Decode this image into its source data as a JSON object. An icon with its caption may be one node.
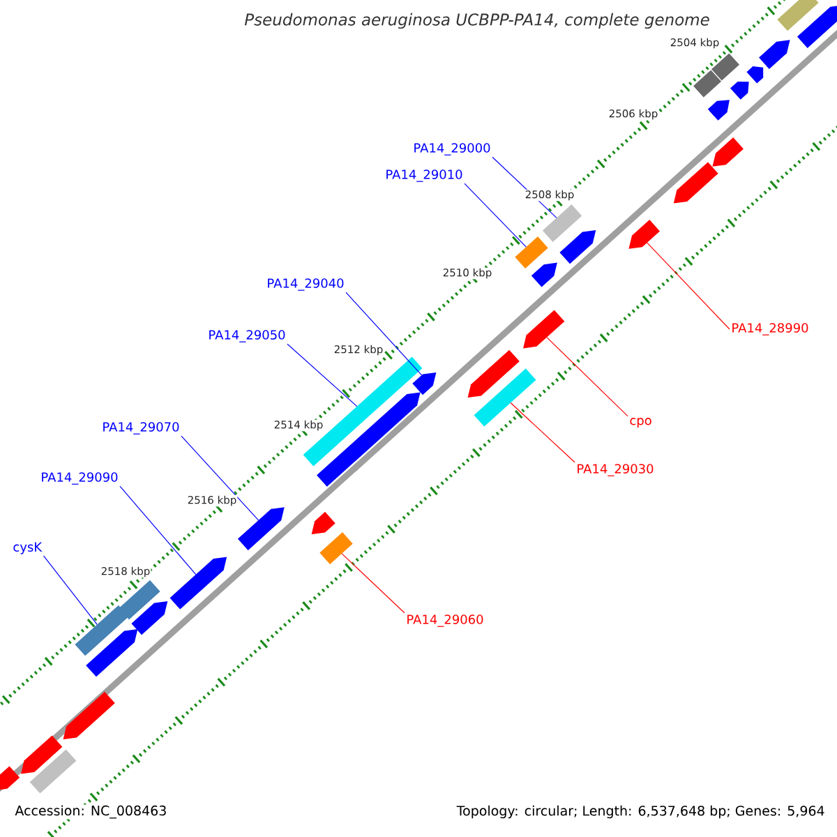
{
  "diagram": {
    "title": "Pseudomonas aeruginosa UCBPP-PA14, complete genome",
    "nodes": [
      {
        "text": [
          "PA14_29000"
        ]
      },
      {
        "text": [
          "PA14_29010"
        ]
      },
      {
        "text": [
          "PA14_29040"
        ]
      },
      {
        "text": [
          "PA14_29050"
        ]
      },
      {
        "text": [
          "PA14_29070"
        ]
      },
      {
        "text": [
          "PA14_29090"
        ]
      },
      {
        "text": [
          "cysK"
        ]
      },
      {
        "text": [
          "PA14_28990"
        ]
      },
      {
        "text": [
          "cpo"
        ]
      },
      {
        "text": [
          "PA14_29030"
        ]
      },
      {
        "text": [
          "PA14_29060"
        ]
      },
      {
        "text": [],
        "shape": "box"
      },
      {
        "text": [],
        "shape": "box"
      },
      {
        "text": [],
        "shape": "arrow"
      },
      {
        "text": [],
        "shape": "box"
      },
      {
        "text": [],
        "shape": "arrow"
      },
      {
        "text": [],
        "shape": "arrow"
      },
      {
        "text": [],
        "shape": "box"
      },
      {
        "text": [],
        "shape": "arrow"
      },
      {
        "text": [],
        "shape": "arrow"
      },
      {
        "text": [],
        "shape": "box"
      },
      {
        "text": [],
        "shape": "box"
      },
      {
        "text": [],
        "shape": "arrow"
      },
      {
        "text": [],
        "shape": "arrow"
      },
      {
        "text": [],
        "shape": "box"
      },
      {
        "text": [],
        "shape": "arrow"
      },
      {
        "text": [],
        "shape": "arrow"
      },
      {
        "text": [],
        "shape": "box"
      },
      {
        "text": [],
        "shape": "arrow"
      },
      {
        "text": [],
        "shape": "arrow"
      },
      {
        "text": [],
        "shape": "arrow"
      },
      {
        "text": [],
        "shape": "arrow"
      },
      {
        "text": [],
        "shape": "arrow"
      },
      {
        "text": [],
        "shape": "arrow"
      },
      {
        "text": [],
        "shape": "arrow"
      },
      {
        "text": [],
        "shape": "box"
      },
      {
        "text": [],
        "shape": "arrow"
      },
      {
        "text": [],
        "shape": "box"
      },
      {
        "text": [],
        "shape": "arrow"
      },
      {
        "text": [],
        "shape": "arrow"
      },
      {
        "text": [],
        "shape": "arrow"
      },
      {
        "text": [],
        "shape": "arrow"
      },
      {
        "text": [],
        "shape": "box"
      },
      {
        "text": [],
        "shape": "arrow"
      }
    ],
    "edges": [
      {
        "from": 0,
        "to": 11,
        "arrow": "none"
      },
      {
        "from": 1,
        "to": 12,
        "arrow": "none"
      },
      {
        "from": 2,
        "to": 13,
        "arrow": "none"
      },
      {
        "from": 3,
        "to": 14,
        "arrow": "none"
      },
      {
        "from": 4,
        "to": 15,
        "arrow": "none"
      },
      {
        "from": 5,
        "to": 16,
        "arrow": "none"
      },
      {
        "from": 6,
        "to": 17,
        "arrow": "none"
      },
      {
        "from": 7,
        "to": 18,
        "arrow": "none",
        "color": "#ff0000"
      },
      {
        "from": 8,
        "to": 19,
        "arrow": "none",
        "color": "#ff0000"
      },
      {
        "from": 9,
        "to": 20,
        "arrow": "none",
        "color": "#ff0000"
      },
      {
        "from": 10,
        "to": 21,
        "arrow": "none",
        "color": "#ff0000"
      }
    ],
    "labels": [
      "2504 kbp",
      "2506 kbp",
      "2508 kbp",
      "2510 kbp",
      "2512 kbp",
      "2514 kbp",
      "2516 kbp",
      "2518 kbp",
      "Accession: NC_008463",
      "Topology: circular; Length: 6,537,648 bp; Genes: 5,964"
    ]
  }
}
